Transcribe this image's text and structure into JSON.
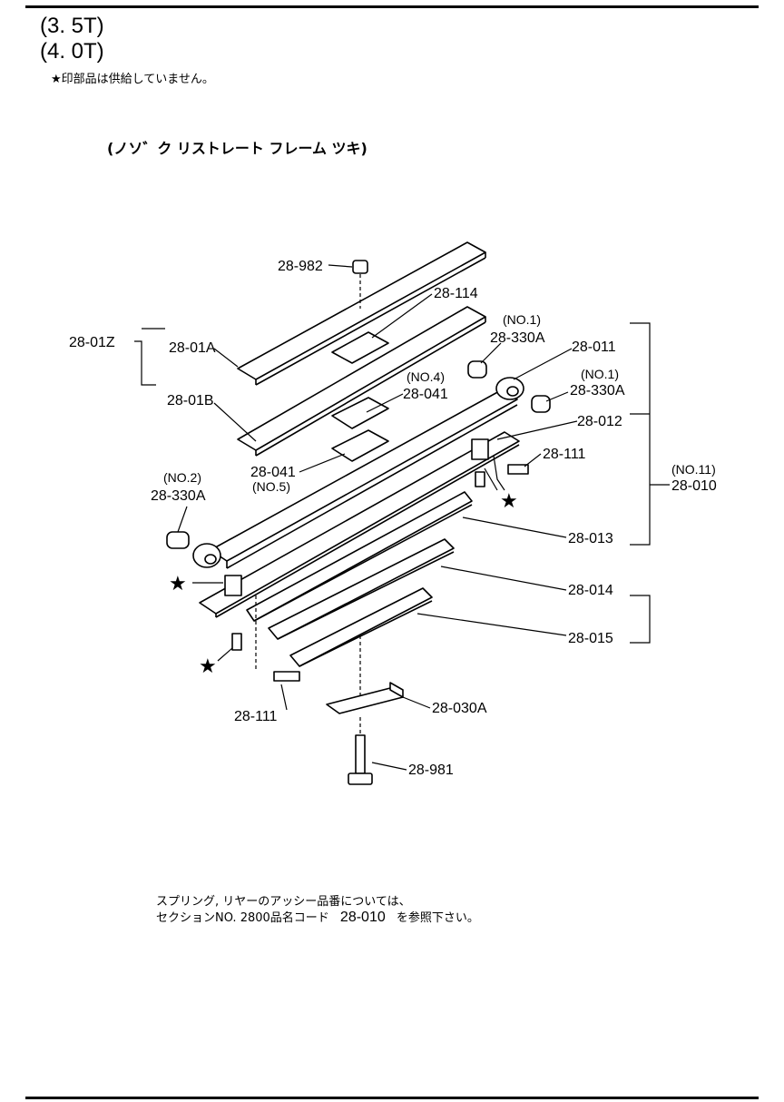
{
  "header": {
    "model_line_1": "(3. 5T)",
    "model_line_2": "(4. 0T)",
    "star_note": "★印部品は供給していません。"
  },
  "section_title": "(ノソ゛ク リストレート フレーム ツキ)",
  "callouts": {
    "p28_982": "28-982",
    "p28_114": "28-114",
    "p28_01z": "28-01Z",
    "p28_01a": "28-01A",
    "p28_01b": "28-01B",
    "no1_a": "(NO.1)",
    "p28_330a_1": "28-330A",
    "p28_011": "28-011",
    "no1_b": "(NO.1)",
    "p28_330a_2": "28-330A",
    "no4": "(NO.4)",
    "p28_041_a": "28-041",
    "p28_012": "28-012",
    "p28_111_a": "28-111",
    "no11": "(NO.11)",
    "p28_010": "28-010",
    "p28_041_b": "28-041",
    "no5": "(NO.5)",
    "no2": "(NO.2)",
    "p28_330a_3": "28-330A",
    "p28_013": "28-013",
    "p28_014": "28-014",
    "p28_015": "28-015",
    "p28_111_b": "28-111",
    "p28_030a": "28-030A",
    "p28_981": "28-981",
    "star": "★"
  },
  "footer_note": {
    "line1": "スプリング, リヤーのアッシー品番については、",
    "line2_prefix": "セクションNO. 2800品名コード",
    "line2_code": "28-010",
    "line2_suffix": "を参照下さい。"
  }
}
